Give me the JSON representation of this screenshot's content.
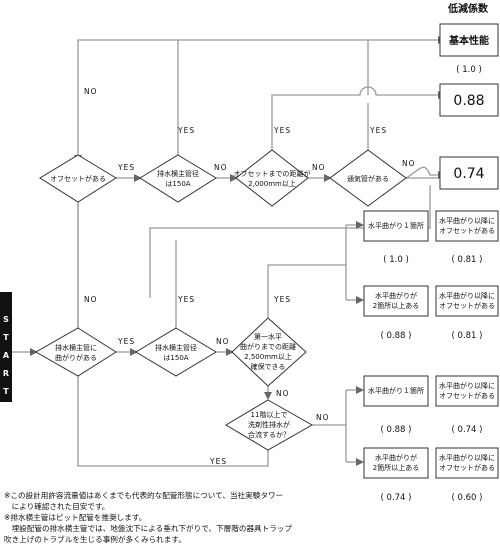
{
  "header": "低減係数",
  "results": {
    "basic": "基本性能",
    "basic_val": "( 1.0 )",
    "r088": "0.88",
    "r074": "0.74"
  },
  "start": [
    "S",
    "T",
    "A",
    "R",
    "T"
  ],
  "decisions": {
    "offset": "オフセットがある",
    "main150_top_1": "排水横主管径",
    "main150_top_2": "は150A",
    "dist_top_1": "オフセットまでの距離が",
    "dist_top_2": "2,000mm以上",
    "vent": "通気管がある",
    "bend_1": "排水横主管に",
    "bend_2": "曲がりがある",
    "main150_bot_1": "排水横主管径",
    "main150_bot_2": "は150A",
    "first_1": "第一水平",
    "first_2": "曲がりまでの距離",
    "first_3": "2,500mm以上",
    "first_4": "確保できる",
    "floor_1": "11階以上で",
    "floor_2": "洗剤性排水が",
    "floor_3": "合流するか？"
  },
  "labels": {
    "yes": "YES",
    "no": "NO"
  },
  "boxes": {
    "a1": "水平曲がり１箇所",
    "a2_1": "水平曲がり以降に",
    "a2_2": "オフセットがある",
    "a3_1": "水平曲がりが",
    "a3_2": "2箇所以上ある",
    "a4_1": "水平曲がり以降に",
    "a4_2": "オフセットがある",
    "b1": "水平曲がり１箇所",
    "b2_1": "水平曲がり以降に",
    "b2_2": "オフセットがある",
    "b3_1": "水平曲がりが",
    "b3_2": "2箇所以上ある",
    "b4_1": "水平曲がり以降に",
    "b4_2": "オフセットがある"
  },
  "values": {
    "a1": "( 1.0 )",
    "a2": "( 0.81 )",
    "a3": "( 0.88 )",
    "a4": "( 0.81 )",
    "b1": "( 0.88 )",
    "b2": "( 0.74 )",
    "b3": "( 0.74 )",
    "b4": "( 0.60 )"
  },
  "notes": [
    "※この設計用許容流量値はあくまでも代表的な配管形態について、当社実験タワー",
    "　により確認された目安です。",
    "※排水横主管はピット配管を推奨します。",
    "　埋設配管の排水横主管では、地盤沈下による垂れ下がりで、下層階の器具トラップ",
    "吹き上げのトラブルを生じる事例が多くみられます。"
  ]
}
